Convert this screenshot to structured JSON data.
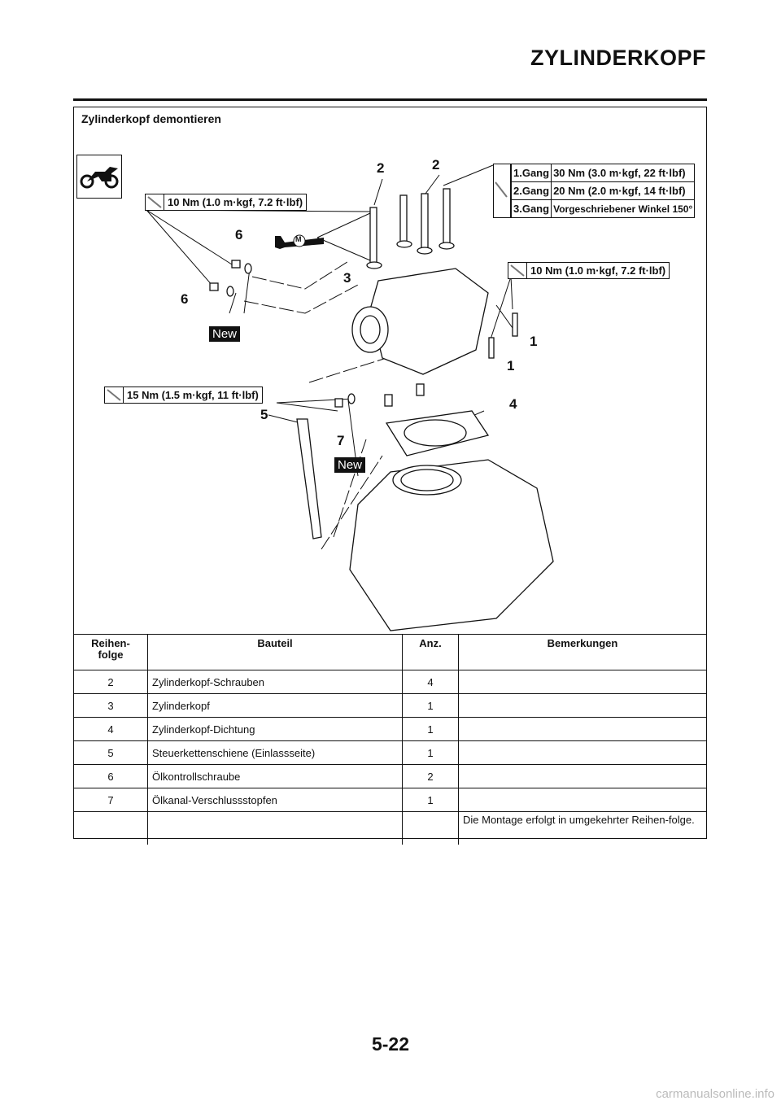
{
  "header": {
    "title": "ZYLINDERKOPF"
  },
  "section": {
    "title": "Zylinderkopf demontieren"
  },
  "diagram": {
    "torque_left_top": "10 Nm (1.0 m·kgf, 7.2 ft·lbf)",
    "torque_right": "10 Nm (1.0 m·kgf, 7.2 ft·lbf)",
    "torque_left_bottom": "15 Nm (1.5 m·kgf, 11 ft·lbf)",
    "torque_table": [
      {
        "step": "1.Gang",
        "value": "30 Nm (3.0 m·kgf, 22 ft·lbf)"
      },
      {
        "step": "2.Gang",
        "value": "20 Nm (2.0 m·kgf, 14 ft·lbf)"
      },
      {
        "step": "3.Gang",
        "value": "Vorgeschriebener Winkel 150°"
      }
    ],
    "callouts": {
      "c1a": "1",
      "c1b": "1",
      "c2a": "2",
      "c2b": "2",
      "c3": "3",
      "c4": "4",
      "c5": "5",
      "c6a": "6",
      "c6b": "6",
      "c7": "7"
    },
    "new_label": "New",
    "moly_label": "M"
  },
  "table": {
    "headers": [
      "Reihen-\nfolge",
      "Bauteil",
      "Anz.",
      "Bemerkungen"
    ],
    "header_order_l1": "Reihen-",
    "header_order_l2": "folge",
    "rows": [
      {
        "order": "2",
        "part": "Zylinderkopf-Schrauben",
        "qty": "4",
        "remark": ""
      },
      {
        "order": "3",
        "part": "Zylinderkopf",
        "qty": "1",
        "remark": ""
      },
      {
        "order": "4",
        "part": "Zylinderkopf-Dichtung",
        "qty": "1",
        "remark": ""
      },
      {
        "order": "5",
        "part": "Steuerkettenschiene (Einlassseite)",
        "qty": "1",
        "remark": ""
      },
      {
        "order": "6",
        "part": "Ölkontrollschraube",
        "qty": "2",
        "remark": ""
      },
      {
        "order": "7",
        "part": "Ölkanal-Verschlussstopfen",
        "qty": "1",
        "remark": ""
      }
    ],
    "note": "Die Montage erfolgt in umgekehrter Reihen-folge."
  },
  "footer": {
    "page": "5-22",
    "watermark": "carmanualsonline.info"
  }
}
